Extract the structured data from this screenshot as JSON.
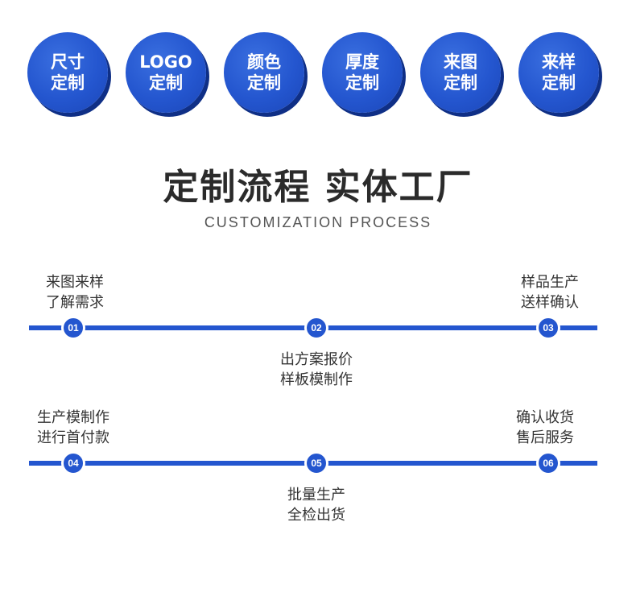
{
  "badges": [
    {
      "label": "尺寸\n定制"
    },
    {
      "label": "LOGO\n定制"
    },
    {
      "label": "颜色\n定制"
    },
    {
      "label": "厚度\n定制"
    },
    {
      "label": "来图\n定制"
    },
    {
      "label": "来样\n定制"
    }
  ],
  "title": "定制流程 实体工厂",
  "subtitle": "CUSTOMIZATION PROCESS",
  "steps": [
    {
      "number": "01",
      "text": "来图来样\n了解需求"
    },
    {
      "number": "02",
      "text": "出方案报价\n样板模制作"
    },
    {
      "number": "03",
      "text": "样品生产\n送样确认"
    },
    {
      "number": "04",
      "text": "生产模制作\n进行首付款"
    },
    {
      "number": "05",
      "text": "批量生产\n全检出货"
    },
    {
      "number": "06",
      "text": "确认收货\n售后服务"
    }
  ],
  "colors": {
    "accent": "#2456cf",
    "text": "#333333"
  }
}
